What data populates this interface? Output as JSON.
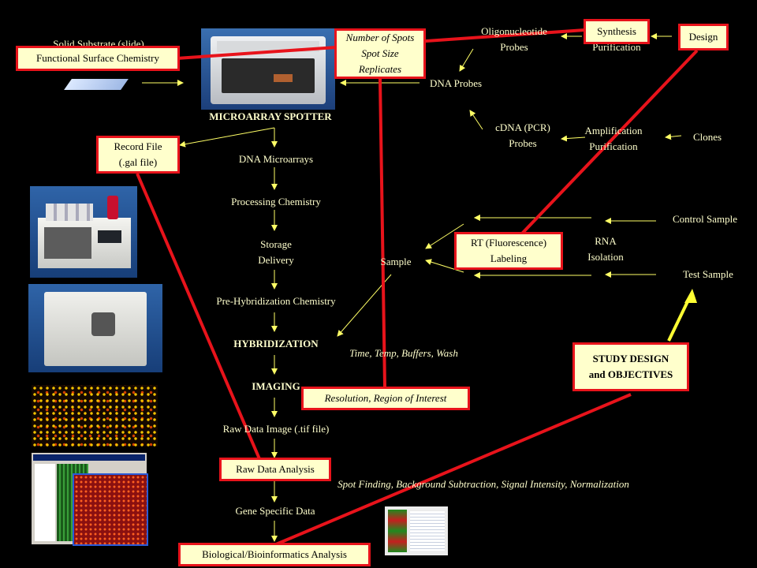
{
  "slide": {
    "colors": {
      "background": "#000000",
      "text": "#ffffcc",
      "box_fill": "#ffffcc",
      "box_border": "#e8131b",
      "arrow": "#ffff66",
      "link_line": "#e8131b"
    },
    "left_column": {
      "solid_substrate": "Solid Substrate (slide)",
      "functional_surface": "Functional Surface Chemistry",
      "spotter_title": "MICROARRAY SPOTTER",
      "record_file": "Record File\n(.gal file)",
      "dna_microarrays": "DNA Microarrays",
      "processing_chemistry": "Processing Chemistry",
      "storage_delivery": "Storage\nDelivery",
      "prehyb": "Pre-Hybridization Chemistry",
      "hybridization": "HYBRIDIZATION",
      "imaging": "IMAGING",
      "raw_image": "Raw Data Image (.tif file)",
      "raw_analysis": "Raw Data Analysis",
      "gene_data": "Gene Specific Data",
      "bio_analysis": "Biological/Bioinformatics  Analysis"
    },
    "spot_params": "Number of Spots\nSpot Size\nReplicates",
    "probes": {
      "oligo": "Oligonucleotide\nProbes",
      "dna_probes": "DNA Probes",
      "cdna": "cDNA (PCR)\nProbes",
      "synthesis": "Synthesis",
      "purification": "Purification",
      "design": "Design",
      "amplification": "Amplification\nPurification",
      "clones": "Clones"
    },
    "sample_side": {
      "control_sample": "Control Sample",
      "rna_isolation": "RNA\nIsolation",
      "rt_labeling": "RT (Fluorescence)\nLabeling",
      "sample": "Sample",
      "test_sample": "Test Sample",
      "time_temp": "Time, Temp, Buffers, Wash",
      "resolution": "Resolution,  Region of Interest",
      "study_design": "STUDY DESIGN\nand OBJECTIVES",
      "spot_finding": "Spot Finding,  Background Subtraction,  Signal Intensity,  Normalization"
    },
    "icons": [
      "spotter-photo",
      "fluidics-station-photo",
      "scanner-photo",
      "array-image-photo",
      "analysis-software-screenshot",
      "heatmap-screenshot",
      "glass-slide-icon"
    ]
  }
}
